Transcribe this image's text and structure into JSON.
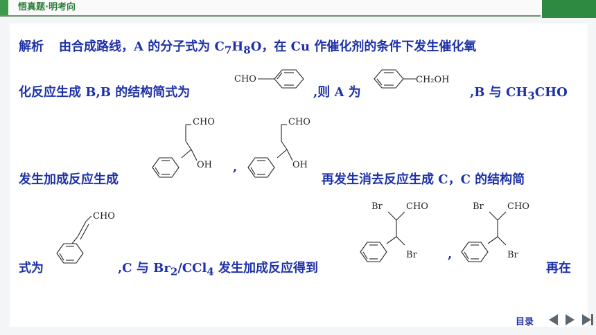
{
  "header": {
    "title": "悟真题·明考向"
  },
  "analysis": {
    "label": "解析",
    "line1": [
      "由合成路线，A 的分子式为 C",
      "7",
      "H",
      "8",
      "O，在 Cu 作催化剂的条件下发生催化氧"
    ],
    "line2": [
      "化反应生成 B,B 的结构简式为",
      ",则 A 为",
      ",B 与 CH",
      "3",
      "CHO"
    ],
    "line3": [
      "发生加成反应生成",
      ",",
      "再发生消去反应生成 C，C 的结构简"
    ],
    "line4": [
      "式为",
      ",C 与 Br",
      "2",
      "/CCl",
      "4",
      " 发生加成反应得到",
      ",",
      "再在"
    ]
  },
  "structures": {
    "benzaldehyde": {
      "group": "CHO"
    },
    "benzyl_alcohol": {
      "group": "CH₂OH"
    },
    "aldol_product": {
      "top": "CHO",
      "side": "OH"
    },
    "cinnamaldehyde": {
      "group": "CHO"
    },
    "dibromide": {
      "br1": "Br",
      "top": "CHO",
      "br2": "Br"
    }
  },
  "nav": {
    "label": "目录"
  }
}
